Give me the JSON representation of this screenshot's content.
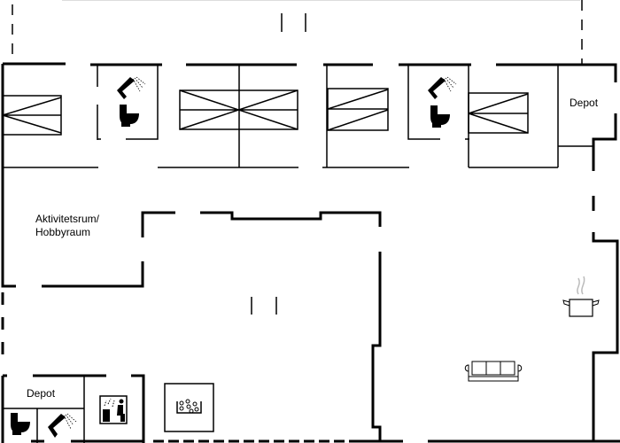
{
  "rooms": {
    "activity_room_line1": "Aktivitetsrum/",
    "activity_room_line2": "Hobbyraum",
    "depot_top": "Depot",
    "depot_bottom": "Depot"
  },
  "icons": [
    "bed-icon",
    "shower-icon",
    "toilet-icon",
    "sauna-icon",
    "jacuzzi-icon",
    "sofa-icon",
    "cooking-pot-icon"
  ],
  "colors": {
    "walls": "#000000",
    "background": "#ffffff",
    "steam": "#bbbbbb"
  }
}
